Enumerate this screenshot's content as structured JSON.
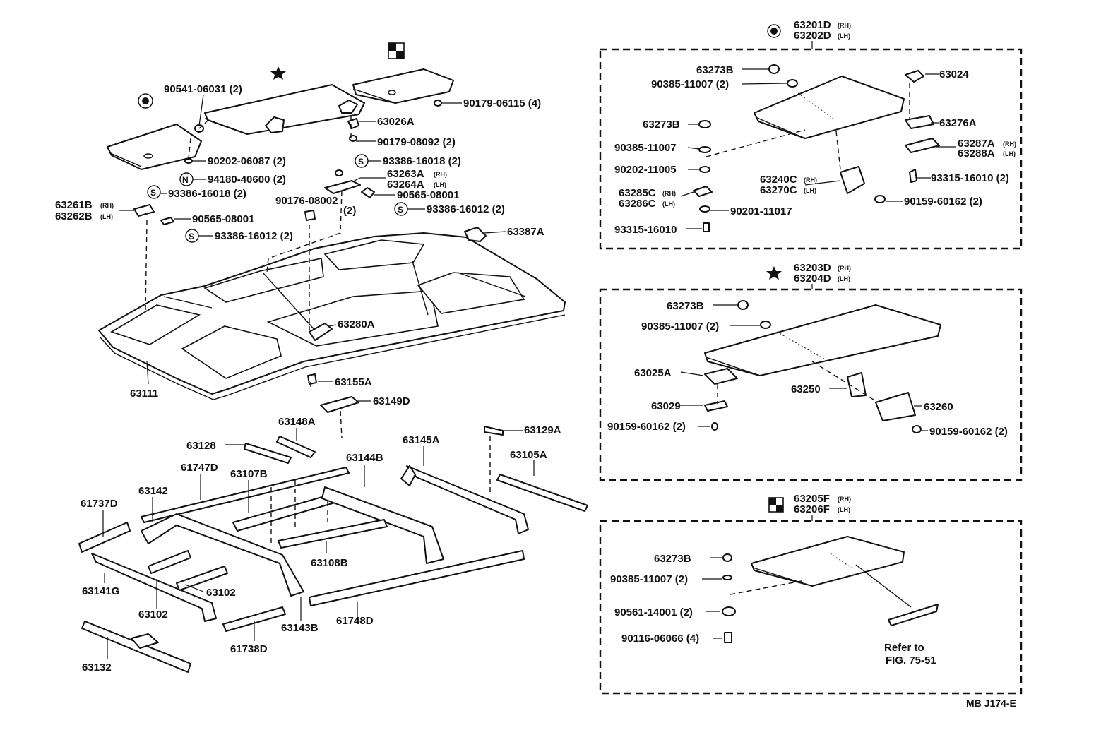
{
  "figure_code": "MB J174-E",
  "symbols": {
    "bullseye": "bullseye-symbol",
    "star": "star-symbol",
    "checker": "checker-symbol",
    "s_mark": "S",
    "n_mark": "N"
  },
  "main": {
    "c1": "90541-06031 (2)",
    "c2": "90179-06115 (4)",
    "c3": "63026A",
    "c4": "90179-08092 (2)",
    "c5": "90202-06087 (2)",
    "c6": "93386-16018 (2)",
    "c7a": "63263A",
    "c7b": "63264A",
    "c8": "94180-40600 (2)",
    "c9": "93386-16018 (2)",
    "c10": "90565-08001",
    "c11a": "63261B",
    "c11b": "63262B",
    "c12": "90176-08002",
    "c12b": "(2)",
    "c13": "93386-16012 (2)",
    "c14": "90565-08001",
    "c15": "93386-16012 (2)",
    "c16": "63387A",
    "c17": "63280A",
    "c18": "63111",
    "c19": "63155A",
    "c20": "63149D",
    "c21": "63148A",
    "c22": "63129A",
    "c23": "63128",
    "c24": "63145A",
    "c25": "63105A",
    "c26": "61747D",
    "c27": "63107B",
    "c28": "63144B",
    "c29": "63142",
    "c30": "61737D",
    "c31": "63108B",
    "c32": "63141G",
    "c33": "63102",
    "c34": "63102",
    "c35": "63143B",
    "c36": "61748D",
    "c37": "61738D",
    "c38": "63132"
  },
  "suffix": {
    "rh": "(RH)",
    "lh": "(LH)"
  },
  "box1": {
    "title_rh": "63201D",
    "title_lh": "63202D",
    "b1": "63273B",
    "b2": "90385-11007 (2)",
    "b3": "63024",
    "b4": "63273B",
    "b5": "63276A",
    "b6": "90385-11007",
    "b7a": "63287A",
    "b7b": "63288A",
    "b8": "90202-11005",
    "b9": "93315-16010 (2)",
    "b10a": "63240C",
    "b10b": "63270C",
    "b11a": "63285C",
    "b11b": "63286C",
    "b12": "90159-60162 (2)",
    "b13": "90201-11017",
    "b14": "93315-16010"
  },
  "box2": {
    "title_rh": "63203D",
    "title_lh": "63204D",
    "d1": "63273B",
    "d2": "90385-11007 (2)",
    "d3": "63025A",
    "d4": "63250",
    "d5": "63260",
    "d6": "63029",
    "d7": "90159-60162 (2)",
    "d8": "90159-60162 (2)"
  },
  "box3": {
    "title_rh": "63205F",
    "title_lh": "63206F",
    "e1": "63273B",
    "e2": "90385-11007 (2)",
    "e3": "90561-14001 (2)",
    "e4": "90116-06066 (4)",
    "refer1": "Refer to",
    "refer2": "FIG. 75-51"
  }
}
